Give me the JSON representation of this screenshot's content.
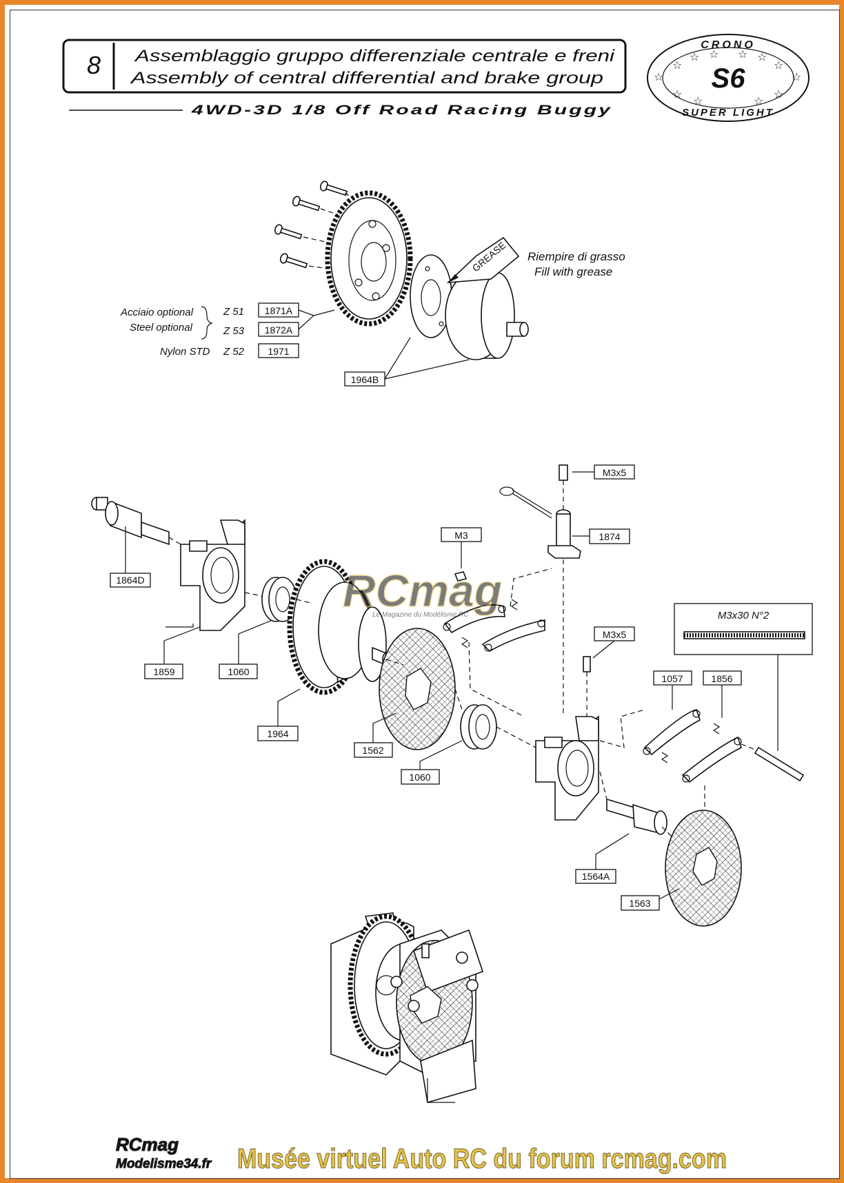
{
  "header": {
    "step_number": "8",
    "title_it": "Assemblaggio gruppo differenziale centrale e freni",
    "title_en": "Assembly of central differential and brake group",
    "subtitle": "4WD-3D 1/8 Off Road Racing Buggy"
  },
  "logo": {
    "top": "CRONO",
    "center": "S6",
    "bottom": "SUPER LIGHT"
  },
  "grease": {
    "tube_label": "GREASE",
    "note_it": "Riempire di grasso",
    "note_en": "Fill with grease"
  },
  "gear_options": {
    "acciaio": "Acciaio optional",
    "steel": "Steel optional",
    "nylon": "Nylon STD",
    "z51": "Z 51",
    "z53": "Z 53",
    "z52": "Z 52",
    "code_1871a": "1871A",
    "code_1872a": "1872A",
    "code_1971": "1971"
  },
  "parts": {
    "p1964b": "1964B",
    "p1864d": "1864D",
    "p1859": "1859",
    "p1060a": "1060",
    "p1964": "1964",
    "p1562": "1562",
    "p1060b": "1060",
    "m3": "M3",
    "m3x5a": "M3x5",
    "p1874": "1874",
    "m3x5b": "M3x5",
    "m3x30": "M3x30 N°2",
    "p1057": "1057",
    "p1856": "1856",
    "p1564a": "1564A",
    "p1563": "1563"
  },
  "watermark": {
    "mark": "RCmag",
    "tagline": "Le Magazine du Modélisme RC"
  },
  "footer": {
    "logo_top": "RCmag",
    "logo_bottom": "Modelisme34.fr",
    "caption": "Musée virtuel Auto RC du forum rcmag.com"
  },
  "colors": {
    "frame": "#e8872a",
    "caption": "#e6c34a",
    "watermark": "#5b8fcf"
  }
}
